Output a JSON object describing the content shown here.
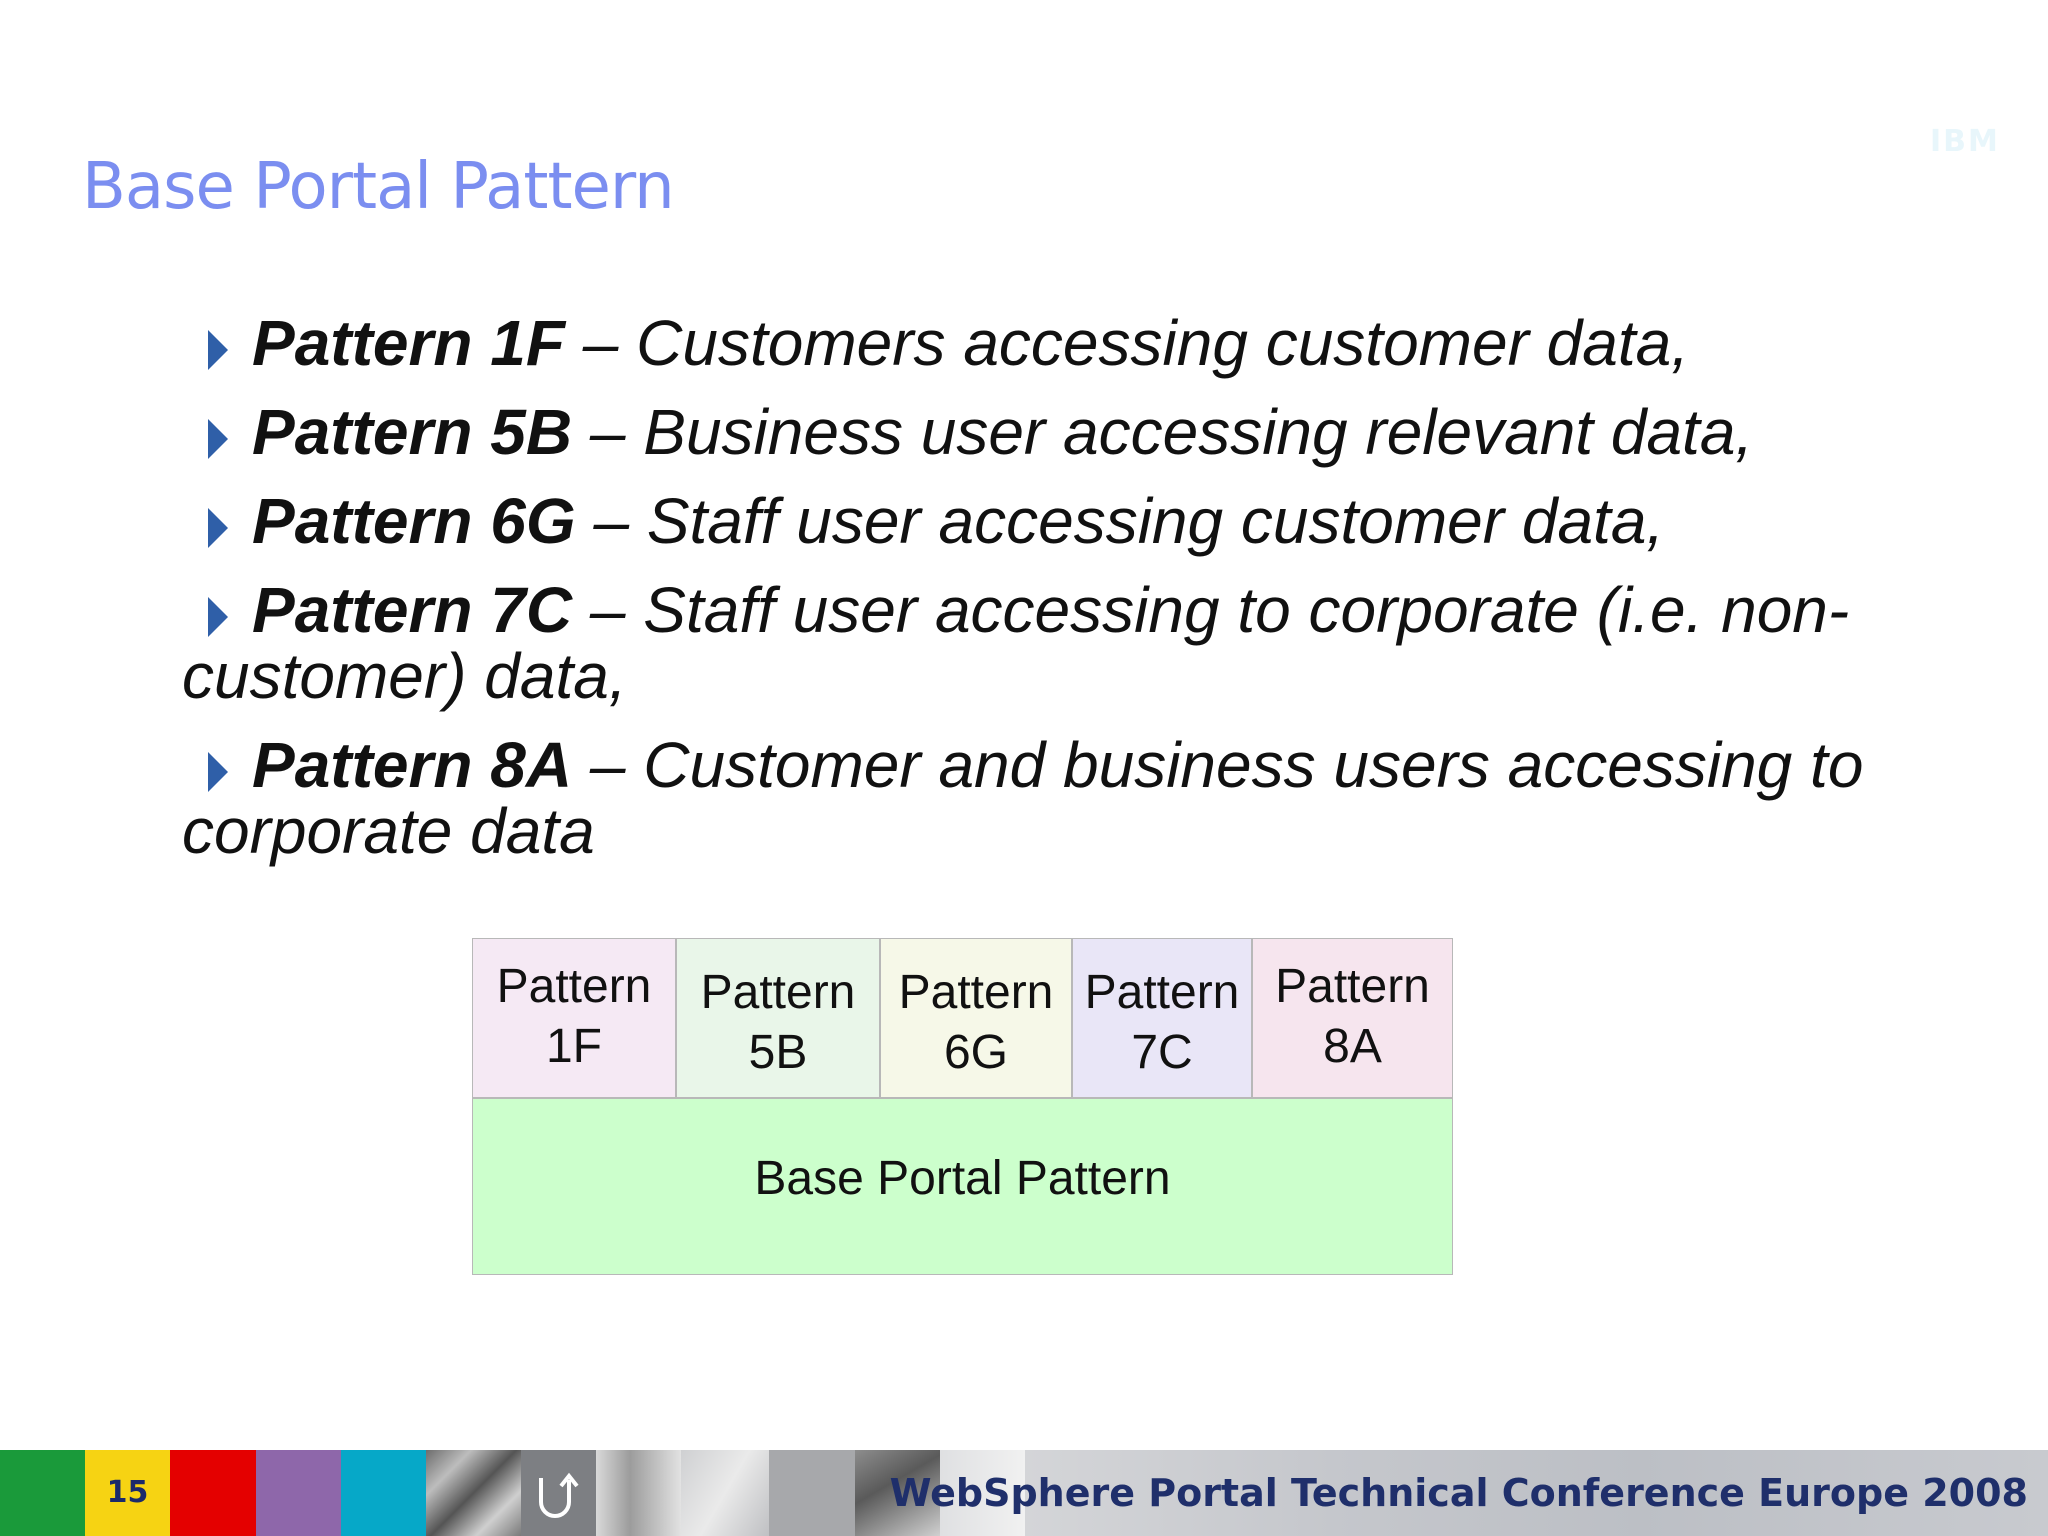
{
  "slide": {
    "title": "Base Portal Pattern",
    "logo_text": "IBM"
  },
  "bullets": [
    {
      "term": "Pattern 1F",
      "text": " – Customers accessing customer data,"
    },
    {
      "term": "Pattern 5B",
      "text": " – Business user accessing relevant data,"
    },
    {
      "term": "Pattern 6G",
      "text": " – Staff user accessing customer data,"
    },
    {
      "term": "Pattern 7C",
      "text": " – Staff user accessing to corporate (i.e. non-customer) data,"
    },
    {
      "term": "Pattern 8A",
      "text": " – Customer and business users accessing to corporate data"
    }
  ],
  "diagram": {
    "cells": [
      {
        "line1": "Pattern",
        "line2": "1F"
      },
      {
        "line1": "Pattern",
        "line2": "5B"
      },
      {
        "line1": "Pattern",
        "line2": "6G"
      },
      {
        "line1": "Pattern",
        "line2": "7C"
      },
      {
        "line1": "Pattern",
        "line2": "8A"
      }
    ],
    "base_label": "Base Portal Pattern"
  },
  "footer": {
    "page_number": "15",
    "conference": "WebSphere Portal Technical Conference Europe 2008",
    "icon": "refresh-icon",
    "colors": [
      "#1a9a3a",
      "#f6d313",
      "#e40000",
      "#8e67aa",
      "#06a8c8"
    ]
  }
}
